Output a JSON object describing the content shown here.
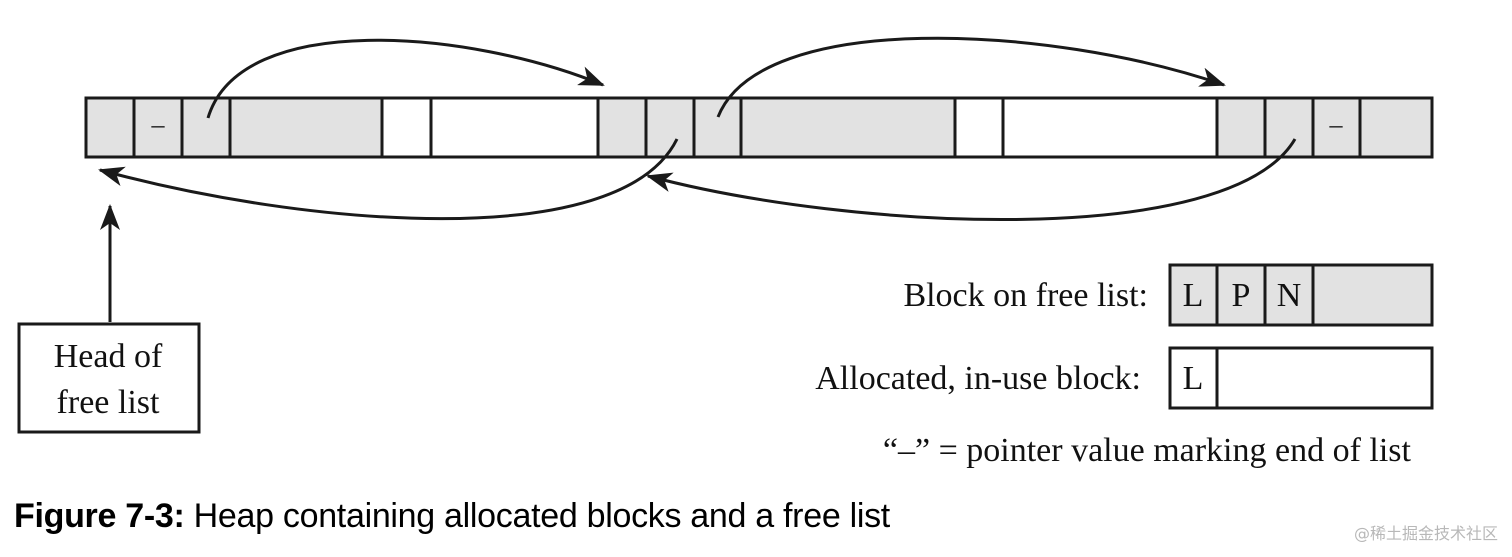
{
  "heap": {
    "cell_dash_1": "–",
    "cell_dash_2": "–"
  },
  "head_box": {
    "line1": "Head of",
    "line2": "free list"
  },
  "legend": {
    "free_block_label": "Block on free list:",
    "free_block_cells": [
      "L",
      "P",
      "N"
    ],
    "alloc_block_label": "Allocated, in-use block:",
    "alloc_block_cell": "L",
    "end_marker_note": "“–” = pointer value marking end of list"
  },
  "caption": {
    "label": "Figure 7-3:",
    "text": " Heap containing allocated blocks and a free list"
  },
  "watermark": "@稀土掘金技术社区",
  "colors": {
    "free_fill": "#e2e2e2",
    "alloc_fill": "#ffffff",
    "stroke": "#1a1a1a"
  }
}
